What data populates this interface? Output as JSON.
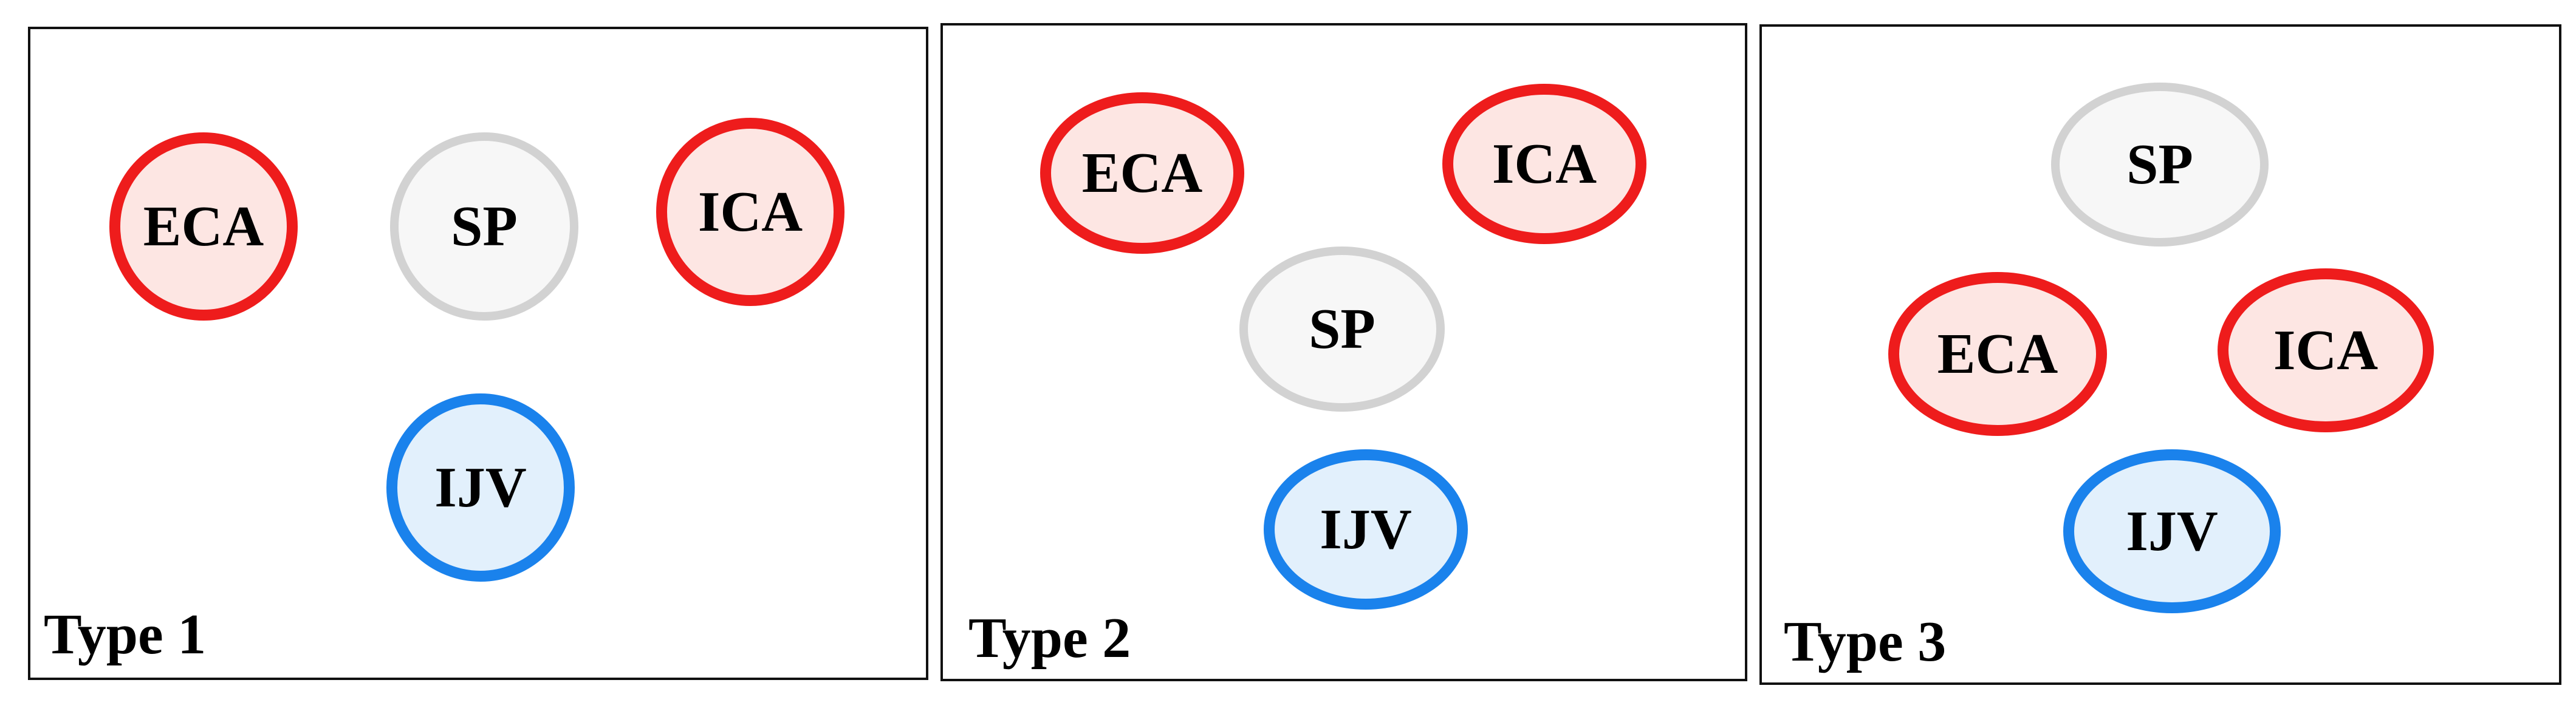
{
  "colors": {
    "artery_border": "#ee1c1c",
    "artery_fill": "#fde6e3",
    "sp_border": "#d2d2d2",
    "sp_fill": "#f7f7f7",
    "vein_border": "#1a82ec",
    "vein_fill": "#e2f0fc",
    "panel_border": "#111111"
  },
  "panels": [
    {
      "label": "Type 1",
      "nodes": {
        "eca": "ECA",
        "sp": "SP",
        "ica": "ICA",
        "ijv": "IJV"
      }
    },
    {
      "label": "Type 2",
      "nodes": {
        "eca": "ECA",
        "ica": "ICA",
        "sp": "SP",
        "ijv": "IJV"
      }
    },
    {
      "label": "Type 3",
      "nodes": {
        "sp": "SP",
        "eca": "ECA",
        "ica": "ICA",
        "ijv": "IJV"
      }
    }
  ]
}
